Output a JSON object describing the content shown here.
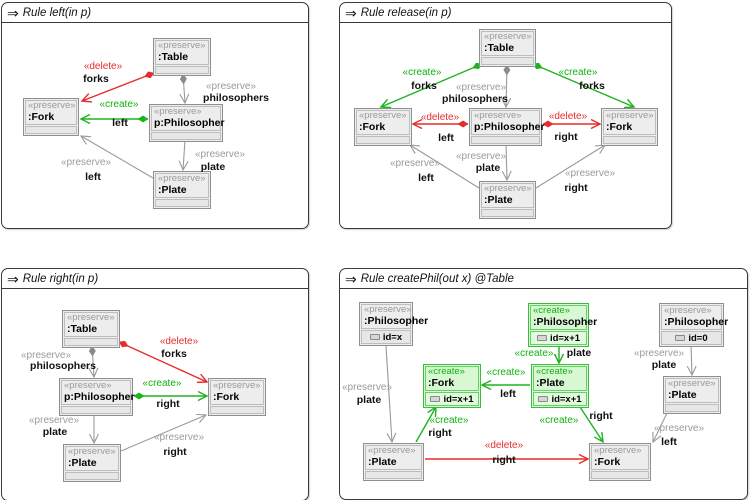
{
  "colors": {
    "create_green": "#1eb41e",
    "delete_red": "#e62c2c",
    "preserve_gray": "#9a9a9a",
    "node_fill": "#ededed",
    "node_border": "#8f8f8f",
    "create_node_fill": "#d8f8d4",
    "create_node_border": "#3cbc3c",
    "panel_border": "#3a3a3a"
  },
  "panels": [
    {
      "title": "Rule left(in p)",
      "icon": "⇒",
      "nodes": [
        {
          "stereotype": "«preserve»",
          "name": ":Table"
        },
        {
          "stereotype": "«preserve»",
          "name": ":Fork"
        },
        {
          "stereotype": "«preserve»",
          "name": "p:Philosopher"
        },
        {
          "stereotype": "«preserve»",
          "name": ":Plate"
        }
      ],
      "labels": [
        {
          "text": "«delete»"
        },
        {
          "text": "forks"
        },
        {
          "text": "«preserve»"
        },
        {
          "text": "philosophers"
        },
        {
          "text": "«create»"
        },
        {
          "text": "left"
        },
        {
          "text": "«preserve»"
        },
        {
          "text": "plate"
        },
        {
          "text": "«preserve»"
        },
        {
          "text": "left"
        }
      ]
    },
    {
      "title": "Rule release(in p)",
      "icon": "⇒",
      "nodes": [
        {
          "stereotype": "«preserve»",
          "name": ":Table"
        },
        {
          "stereotype": "«preserve»",
          "name": ":Fork"
        },
        {
          "stereotype": "«preserve»",
          "name": "p:Philosopher"
        },
        {
          "stereotype": "«preserve»",
          "name": ":Fork"
        },
        {
          "stereotype": "«preserve»",
          "name": ":Plate"
        }
      ],
      "labels": [
        {
          "text": "«create»"
        },
        {
          "text": "forks"
        },
        {
          "text": "«create»"
        },
        {
          "text": "forks"
        },
        {
          "text": "«preserve»"
        },
        {
          "text": "philosophers"
        },
        {
          "text": "«delete»"
        },
        {
          "text": "left"
        },
        {
          "text": "«delete»"
        },
        {
          "text": "right"
        },
        {
          "text": "«preserve»"
        },
        {
          "text": "plate"
        },
        {
          "text": "«preserve»"
        },
        {
          "text": "left"
        },
        {
          "text": "«preserve»"
        },
        {
          "text": "right"
        }
      ]
    },
    {
      "title": "Rule right(in p)",
      "icon": "⇒",
      "nodes": [
        {
          "stereotype": "«preserve»",
          "name": ":Table"
        },
        {
          "stereotype": "«preserve»",
          "name": "p:Philosopher"
        },
        {
          "stereotype": "«preserve»",
          "name": ":Fork"
        },
        {
          "stereotype": "«preserve»",
          "name": ":Plate"
        }
      ],
      "labels": [
        {
          "text": "«delete»"
        },
        {
          "text": "forks"
        },
        {
          "text": "«preserve»"
        },
        {
          "text": "philosophers"
        },
        {
          "text": "«create»"
        },
        {
          "text": "right"
        },
        {
          "text": "«preserve»"
        },
        {
          "text": "plate"
        },
        {
          "text": "«preserve»"
        },
        {
          "text": "right"
        }
      ]
    },
    {
      "title": "Rule createPhil(out x) @Table",
      "icon": "⇒",
      "nodes": [
        {
          "stereotype": "«preserve»",
          "name": ":Philosopher",
          "attr": "id=x"
        },
        {
          "stereotype": "«create»",
          "name": ":Philosopher",
          "attr": "id=x+1"
        },
        {
          "stereotype": "«preserve»",
          "name": ":Philosopher",
          "attr": "id=0"
        },
        {
          "stereotype": "«create»",
          "name": ":Fork",
          "attr": "id=x+1"
        },
        {
          "stereotype": "«create»",
          "name": ":Plate",
          "attr": "id=x+1"
        },
        {
          "stereotype": "«preserve»",
          "name": ":Plate"
        },
        {
          "stereotype": "«preserve»",
          "name": ":Plate"
        },
        {
          "stereotype": "«preserve»",
          "name": ":Fork"
        }
      ],
      "labels": [
        {
          "text": "«preserve»"
        },
        {
          "text": "plate"
        },
        {
          "text": "«create»"
        },
        {
          "text": "plate"
        },
        {
          "text": "«create»"
        },
        {
          "text": "left"
        },
        {
          "text": "«create»"
        },
        {
          "text": "right"
        },
        {
          "text": "«create»"
        },
        {
          "text": "right"
        },
        {
          "text": "«delete»"
        },
        {
          "text": "right"
        },
        {
          "text": "«preserve»"
        },
        {
          "text": "plate"
        },
        {
          "text": "«preserve»"
        },
        {
          "text": "left"
        }
      ]
    }
  ]
}
